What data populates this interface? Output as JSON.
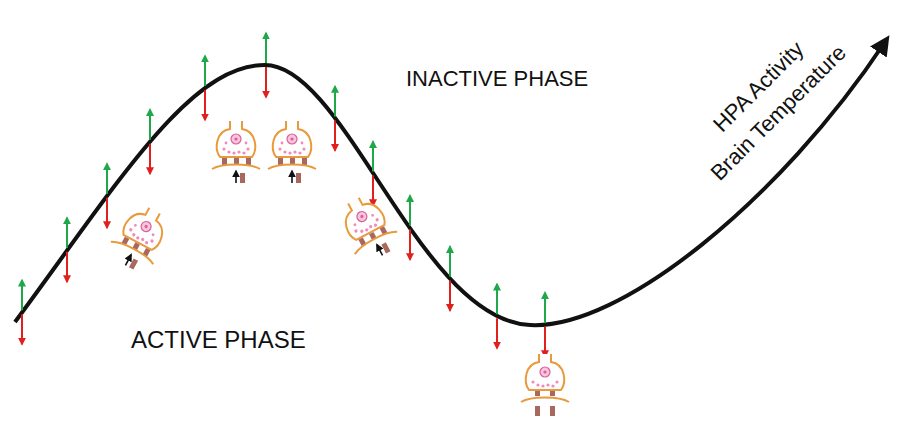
{
  "diagram": {
    "labels": [
      "INACTIVE PHASE",
      "ACTIVE PHASE",
      "HPA Activity",
      "Brain Temperature"
    ]
  }
}
